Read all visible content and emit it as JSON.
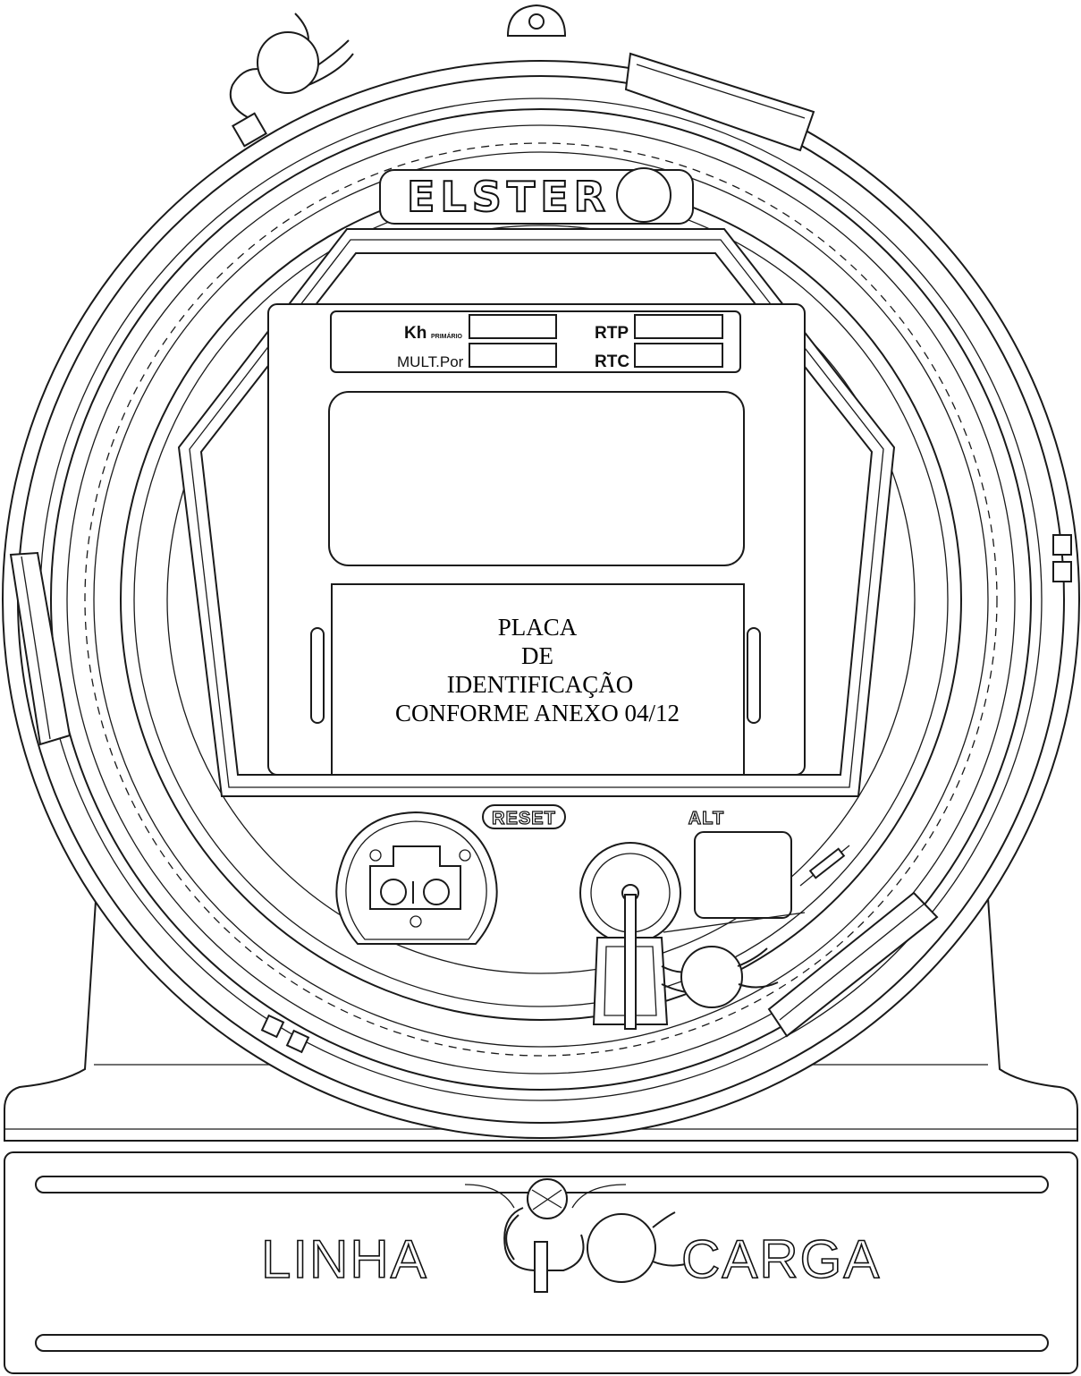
{
  "brand": {
    "name": "ELSTER"
  },
  "label_panel": {
    "kh_label": "Kh",
    "kh_sub": "PRIMÁRIO",
    "mult_label": "MULT.Por",
    "rtp_label": "RTP",
    "rtc_label": "RTC"
  },
  "nameplate": {
    "line1": "PLACA",
    "line2": "DE",
    "line3": "IDENTIFICAÇÃO",
    "line4": "CONFORME ANEXO 04/12"
  },
  "buttons": {
    "reset_label": "RESET",
    "alt_label": "ALT"
  },
  "terminal_block": {
    "left_label": "LINHA",
    "right_label": "CARGA"
  },
  "colors": {
    "stroke": "#1a1a1a",
    "background": "#ffffff"
  }
}
